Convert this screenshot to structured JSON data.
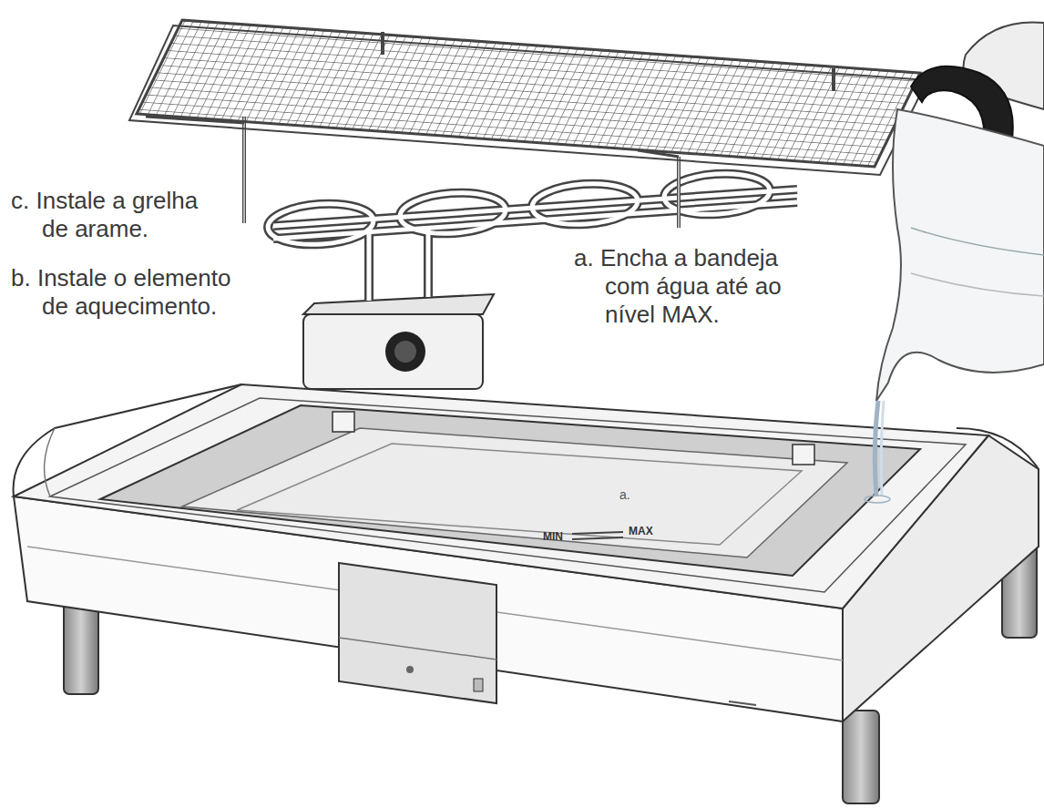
{
  "diagram": {
    "labels": [
      "c. Instale a grelha de arame.",
      "b. Instale o elemento de aquecimento.",
      "a. Encha a bandeja com água até ao nível MAX.",
      "a.",
      "MIN",
      "MAX"
    ]
  }
}
